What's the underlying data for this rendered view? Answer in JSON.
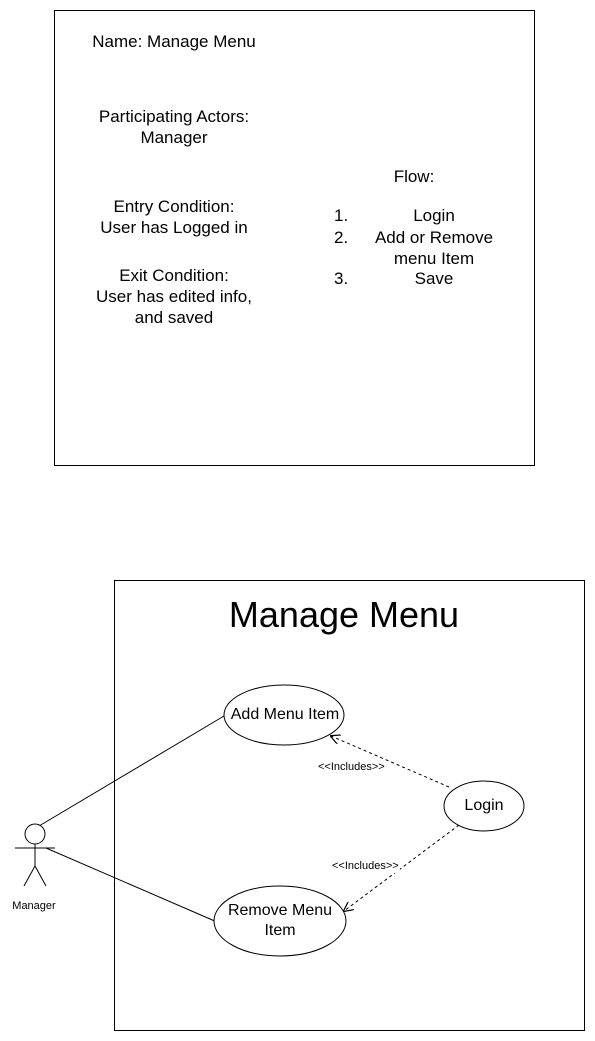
{
  "spec": {
    "name": "Name: Manage Menu",
    "actors_heading": "Participating Actors:",
    "actors_value": "Manager",
    "entry_heading": "Entry Condition:",
    "entry_value": "User has Logged in",
    "exit_heading": "Exit Condition:",
    "exit_value_line1": "User has edited info,",
    "exit_value_line2": "and saved",
    "flow_heading": "Flow:",
    "flow_steps": [
      {
        "num": "1.",
        "text": "Login"
      },
      {
        "num": "2.",
        "text": "Add or Remove menu Item"
      },
      {
        "num": "3.",
        "text": "Save"
      }
    ]
  },
  "diagram": {
    "system_title": "Manage Menu",
    "use_cases": {
      "add": "Add Menu Item",
      "remove": "Remove Menu Item",
      "login": "Login"
    },
    "actor": "Manager",
    "includes_1": "<<Includes>>",
    "includes_2": "<<Includes>>"
  }
}
